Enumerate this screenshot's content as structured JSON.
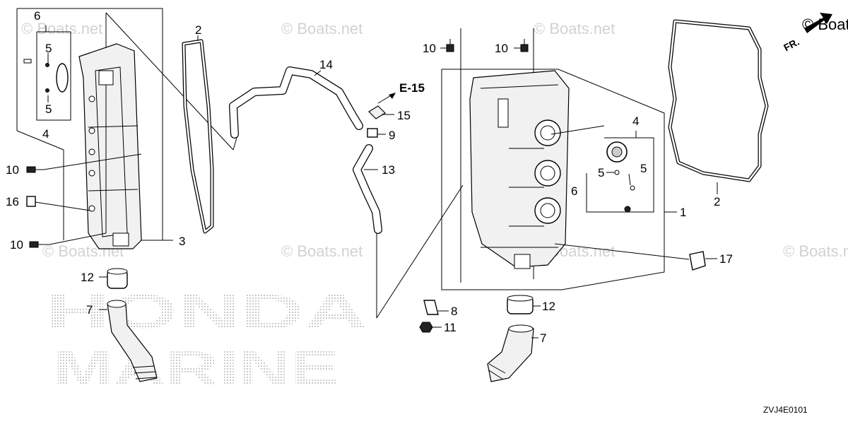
{
  "watermark": {
    "text": "© Boats.net"
  },
  "brand": {
    "line1": "HONDA",
    "line2": "MARINE"
  },
  "diagram_code": "ZVJ4E0101",
  "direction_label": "FR.",
  "reference_label": "E-15",
  "callouts": {
    "c1": "1",
    "c2a": "2",
    "c2b": "2",
    "c3": "3",
    "c4a": "4",
    "c4b": "4",
    "c5a": "5",
    "c5b": "5",
    "c5c": "5",
    "c5d": "5",
    "c6a": "6",
    "c6b": "6",
    "c7a": "7",
    "c7b": "7",
    "c8": "8",
    "c9": "9",
    "c10a": "10",
    "c10b": "10",
    "c10c": "10",
    "c10d": "10",
    "c11": "11",
    "c12a": "12",
    "c12b": "12",
    "c13": "13",
    "c14": "14",
    "c15": "15",
    "c16": "16",
    "c17": "17"
  }
}
